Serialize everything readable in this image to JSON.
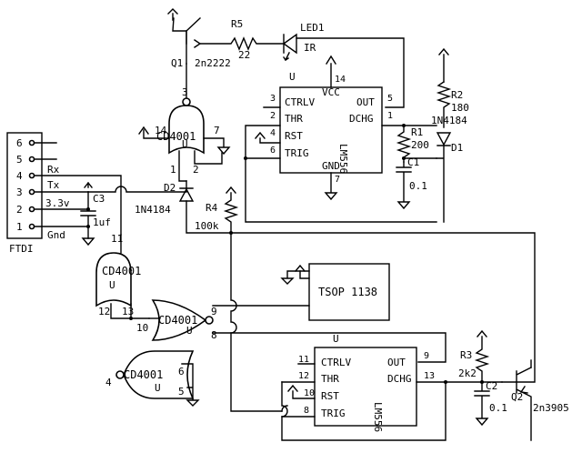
{
  "ftdi": {
    "label": "FTDI",
    "pins": [
      "6",
      "5",
      "4",
      "3",
      "2",
      "1"
    ],
    "signals": {
      "rx": "Rx",
      "tx": "Tx",
      "v33": "3.3v",
      "gnd": "Gnd"
    }
  },
  "c3": {
    "ref": "C3",
    "value": "1uf"
  },
  "q1": {
    "ref": "Q1",
    "part": "2n2222"
  },
  "r5": {
    "ref": "R5",
    "value": "22"
  },
  "led1": {
    "ref": "LED1",
    "type": "IR"
  },
  "u1": {
    "unit": "U",
    "chip": "LM556",
    "pins": {
      "ctrlv": "CTRLV",
      "thr": "THR",
      "rst": "RST",
      "trig": "TRIG",
      "vcc": "VCC",
      "gnd": "GND",
      "out": "OUT",
      "dchg": "DCHG"
    },
    "pin_numbers": {
      "ctrlv": "3",
      "thr": "2",
      "rst": "4",
      "trig": "6",
      "vcc": "14",
      "gnd": "7",
      "out": "5",
      "dchg": "1"
    }
  },
  "u2": {
    "unit": "U",
    "chip": "LM556",
    "pins": {
      "ctrlv": "CTRLV",
      "thr": "THR",
      "rst": "RST",
      "trig": "TRIG",
      "out": "OUT",
      "dchg": "DCHG"
    },
    "pin_numbers": {
      "ctrlv": "11",
      "thr": "12",
      "rst": "10",
      "trig": "8",
      "out": "9",
      "dchg": "13"
    }
  },
  "gate_top": {
    "chip": "CD4001",
    "unit": "U",
    "pins": {
      "out": "3",
      "vdd": "14",
      "vss": "7",
      "in1": "1",
      "in2": "2"
    }
  },
  "gate_left": {
    "chip": "CD4001",
    "unit": "U",
    "pins": {
      "in_top": "11",
      "in_a": "12",
      "in_b": "13"
    }
  },
  "gate_mid": {
    "chip": "CD4001",
    "unit": "U",
    "pins": {
      "in": "10",
      "out": "9",
      "in2": "8"
    }
  },
  "gate_bottom": {
    "chip": "CD4001",
    "unit": "U",
    "pins": {
      "out": "4",
      "in1": "6",
      "in2": "5"
    }
  },
  "r1": {
    "ref": "R1",
    "value": "200"
  },
  "r2": {
    "ref": "R2",
    "value": "180"
  },
  "c1": {
    "ref": "C1",
    "value": "0.1"
  },
  "d1": {
    "ref": "D1",
    "part": "1N4184"
  },
  "d2": {
    "ref": "D2",
    "part": "1N4184"
  },
  "r4": {
    "ref": "R4",
    "value": "100k"
  },
  "tsop": {
    "part": "TSOP 1138"
  },
  "r3": {
    "ref": "R3",
    "value": "2k2"
  },
  "c2": {
    "ref": "C2",
    "value": "0.1"
  },
  "q2": {
    "ref": "Q2",
    "part": "2n3905"
  }
}
